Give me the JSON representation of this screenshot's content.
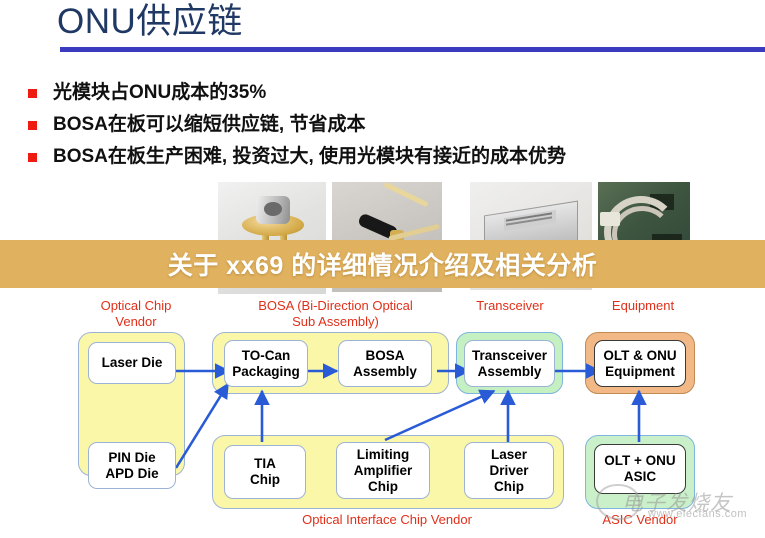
{
  "slide": {
    "title": "ONU供应链",
    "bullets": [
      "光模块占ONU成本的35%",
      "BOSA在板可以缩短供应链, 节省成本",
      "BOSA在板生产困难, 投资过大, 使用光模块有接近的成本优势"
    ],
    "banner_text": "关于 xx69 的详细情况介绍及相关分析",
    "banner_color": "#e0b15e",
    "title_color": "#1f3864",
    "rule_color": "#3b3bbf",
    "bullet_marker_color": "#ee1b11"
  },
  "photos": [
    {
      "name": "to-can-photo"
    },
    {
      "name": "bosa-pigtail-photo"
    },
    {
      "name": "transceiver-module-photo"
    },
    {
      "name": "equipment-board-photo"
    }
  ],
  "diagram": {
    "label_color": "#e0301a",
    "category_labels": [
      {
        "id": "optical-chip-vendor",
        "line1": "Optical Chip",
        "line2": "Vendor"
      },
      {
        "id": "bosa",
        "line1": "BOSA (Bi-Direction Optical",
        "line2": "Sub Assembly)"
      },
      {
        "id": "transceiver",
        "line1": "Transceiver",
        "line2": ""
      },
      {
        "id": "equipment",
        "line1": "Equipment",
        "line2": ""
      }
    ],
    "nodes": [
      {
        "id": "laser-die",
        "line1": "Laser Die",
        "line2": "",
        "line3": ""
      },
      {
        "id": "to-can-packaging",
        "line1": "TO-Can",
        "line2": "Packaging",
        "line3": ""
      },
      {
        "id": "bosa-assembly",
        "line1": "BOSA",
        "line2": "Assembly",
        "line3": ""
      },
      {
        "id": "transceiver-assembly",
        "line1": "Transceiver",
        "line2": "Assembly",
        "line3": ""
      },
      {
        "id": "olt-onu-equipment",
        "line1": "OLT & ONU",
        "line2": "Equipment",
        "line3": ""
      },
      {
        "id": "pin-die-apd-die",
        "line1": "PIN Die",
        "line2": "APD Die",
        "line3": ""
      },
      {
        "id": "tia-chip",
        "line1": "TIA",
        "line2": "Chip",
        "line3": ""
      },
      {
        "id": "limiting-amplifier",
        "line1": "Limiting",
        "line2": "Amplifier",
        "line3": "Chip"
      },
      {
        "id": "laser-driver-chip",
        "line1": "Laser",
        "line2": "Driver",
        "line3": "Chip"
      },
      {
        "id": "olt-onu-asic",
        "line1": "OLT + ONU",
        "line2": "ASIC",
        "line3": ""
      }
    ],
    "bottom_labels": [
      {
        "id": "optical-interface-chip-vendor",
        "text": "Optical Interface Chip Vendor"
      },
      {
        "id": "asic-vendor",
        "text": "ASIC Vendor"
      }
    ],
    "group_colors": {
      "vendor_yellow": "#fbf7a8",
      "transceiver_green": "#c5f0c2",
      "equipment_orange": "#f2b987",
      "asic_green": "#c9f0c9",
      "arrow_blue": "#2a5bd7"
    }
  },
  "watermark": {
    "cn": "电子发烧友",
    "url": "www.elecfans.com"
  }
}
